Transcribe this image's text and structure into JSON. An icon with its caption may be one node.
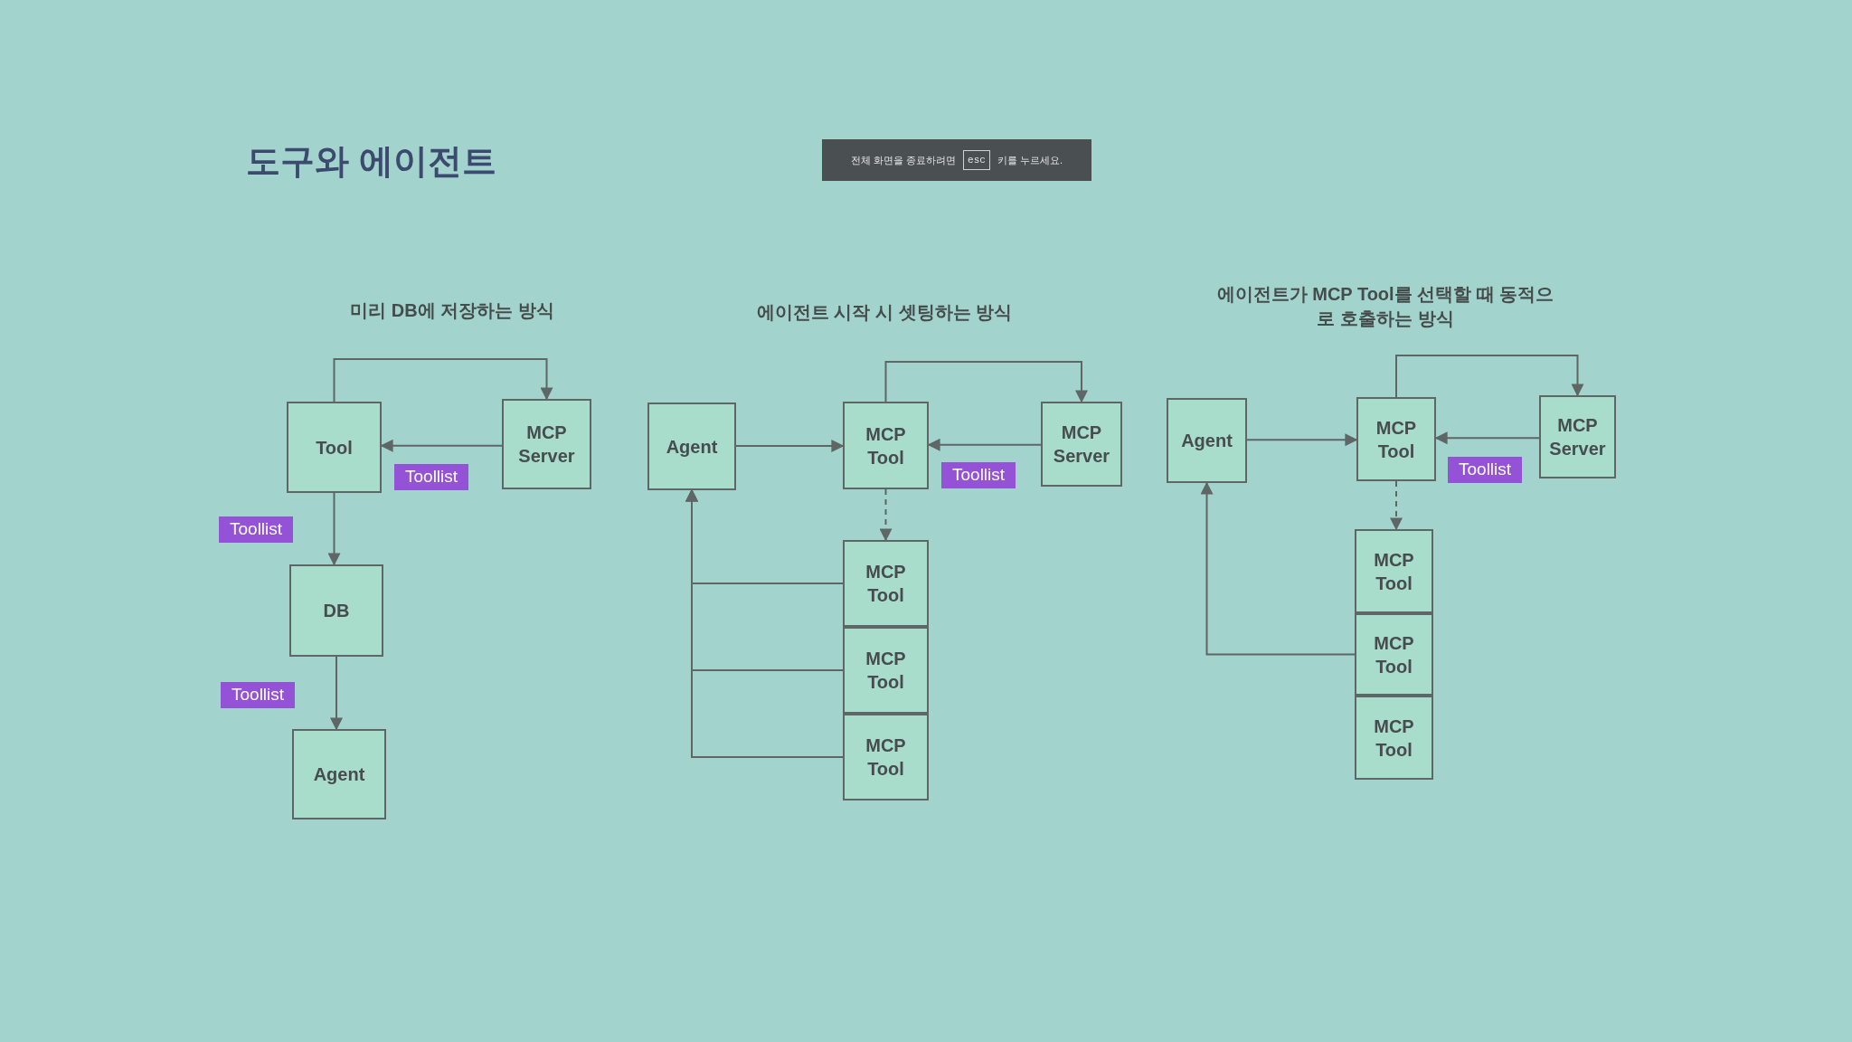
{
  "diagram": {
    "title": "도구와 에이전트",
    "nodes": [
      {
        "text": [
          "Tool"
        ]
      },
      {
        "text": [
          "MCP Server"
        ]
      },
      {
        "text": [
          "DB"
        ]
      },
      {
        "text": [
          "Agent"
        ]
      },
      {
        "text": [
          "Agent"
        ]
      },
      {
        "text": [
          "MCP Tool"
        ]
      },
      {
        "text": [
          "MCP Server"
        ]
      },
      {
        "text": [
          "MCP Tool"
        ]
      },
      {
        "text": [
          "MCP Tool"
        ]
      },
      {
        "text": [
          "MCP Tool"
        ]
      },
      {
        "text": [
          "Agent"
        ]
      },
      {
        "text": [
          "MCP Tool"
        ]
      },
      {
        "text": [
          "MCP Server"
        ]
      },
      {
        "text": [
          "MCP Tool"
        ]
      },
      {
        "text": [
          "MCP Tool"
        ]
      },
      {
        "text": [
          "MCP Tool"
        ]
      }
    ],
    "edges": [
      {
        "from": 0,
        "to": 1,
        "arrow": "to"
      },
      {
        "from": 1,
        "to": 0,
        "arrow": "to",
        "label": "Toollist"
      },
      {
        "from": 0,
        "to": 2,
        "arrow": "to",
        "label": "Toollist"
      },
      {
        "from": 2,
        "to": 3,
        "arrow": "to",
        "label": "Toollist"
      },
      {
        "from": 4,
        "to": 5,
        "arrow": "to"
      },
      {
        "from": 5,
        "to": 6,
        "arrow": "to"
      },
      {
        "from": 6,
        "to": 5,
        "arrow": "to",
        "label": "Toollist"
      },
      {
        "from": 5,
        "to": 7,
        "arrow": "to",
        "style": "dashed"
      },
      {
        "from": 7,
        "to": 4,
        "arrow": "to"
      },
      {
        "from": 8,
        "to": 4,
        "arrow": "to"
      },
      {
        "from": 9,
        "to": 4,
        "arrow": "to"
      },
      {
        "from": 10,
        "to": 11,
        "arrow": "to"
      },
      {
        "from": 11,
        "to": 12,
        "arrow": "to"
      },
      {
        "from": 12,
        "to": 11,
        "arrow": "to",
        "label": "Toollist"
      },
      {
        "from": 11,
        "to": 13,
        "arrow": "to",
        "style": "dashed"
      },
      {
        "from": 14,
        "to": 10,
        "arrow": "to"
      }
    ],
    "labels": [
      "전체 화면을 종료하려면",
      "esc",
      "키를 누르세요.",
      "미리 DB에 저장하는 방식",
      "에이전트 시작 시 셋팅하는 방식",
      "에이전트가 MCP Tool를 선택할 때 동적으로 호출하는 방식"
    ]
  }
}
